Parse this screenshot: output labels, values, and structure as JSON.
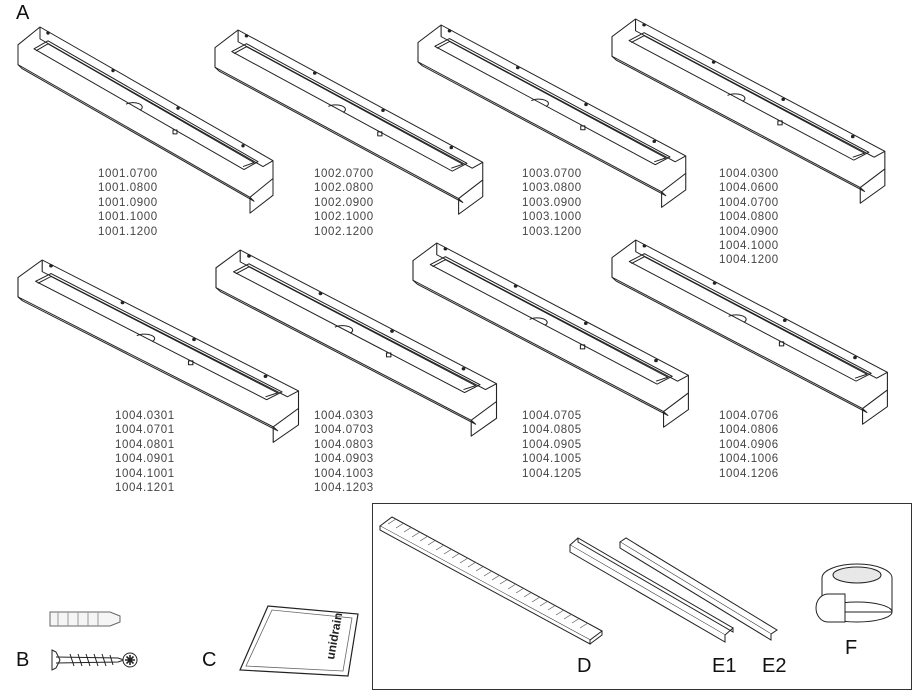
{
  "labels": {
    "a": "A",
    "b": "B",
    "c": "C",
    "d": "D",
    "e1": "E1",
    "e2": "E2",
    "f": "F"
  },
  "sachet_text": "unidrain",
  "variants": [
    {
      "codes": [
        "1001.0700",
        "1001.0800",
        "1001.0900",
        "1001.1000",
        "1001.1200"
      ]
    },
    {
      "codes": [
        "1002.0700",
        "1002.0800",
        "1002.0900",
        "1002.1000",
        "1002.1200"
      ]
    },
    {
      "codes": [
        "1003.0700",
        "1003.0800",
        "1003.0900",
        "1003.1000",
        "1003.1200"
      ]
    },
    {
      "codes": [
        "1004.0300",
        "1004.0600",
        "1004.0700",
        "1004.0800",
        "1004.0900",
        "1004.1000",
        "1004.1200"
      ]
    },
    {
      "codes": [
        "1004.0301",
        "1004.0701",
        "1004.0801",
        "1004.0901",
        "1004.1001",
        "1004.1201"
      ]
    },
    {
      "codes": [
        "1004.0303",
        "1004.0703",
        "1004.0803",
        "1004.0903",
        "1004.1003",
        "1004.1203"
      ]
    },
    {
      "codes": [
        "1004.0705",
        "1004.0805",
        "1004.0905",
        "1004.1005",
        "1004.1205"
      ]
    },
    {
      "codes": [
        "1004.0706",
        "1004.0806",
        "1004.0906",
        "1004.1006",
        "1004.1206"
      ]
    }
  ]
}
